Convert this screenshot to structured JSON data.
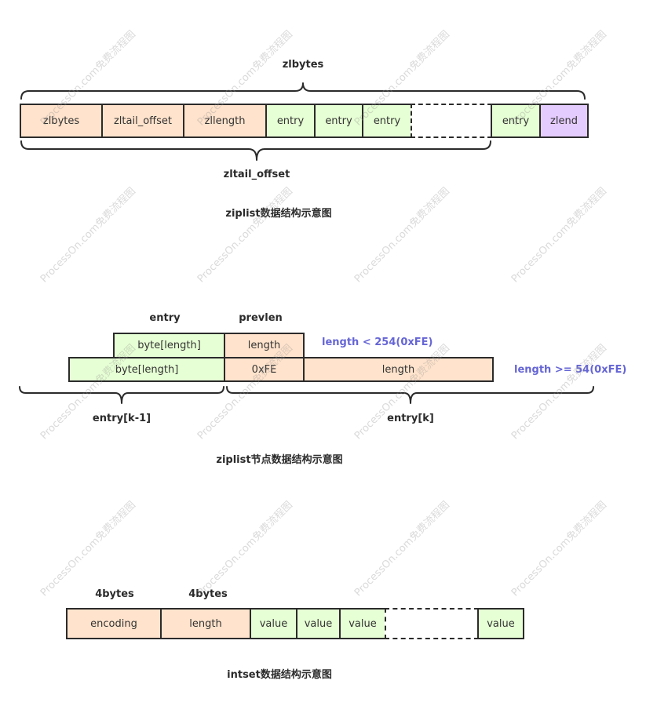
{
  "ziplist": {
    "top_label": "zlbytes",
    "bottom_label": "zltail_offset",
    "caption": "ziplist数据结构示意图",
    "cells": [
      "zlbytes",
      "zltail_offset",
      "zllength",
      "entry",
      "entry",
      "entry",
      "",
      "entry",
      "zlend"
    ]
  },
  "entry_diagram": {
    "label_entry": "entry",
    "label_prevlen": "prevlen",
    "row1": [
      "byte[length]",
      "length"
    ],
    "row1_note": "length < 254(0xFE)",
    "row2": [
      "byte[length]",
      "0xFE",
      "length"
    ],
    "row2_note": "length >= 54(0xFE)",
    "brace_left": "entry[k-1]",
    "brace_right": "entry[k]",
    "caption": "ziplist节点数据结构示意图"
  },
  "intset": {
    "label1": "4bytes",
    "label2": "4bytes",
    "cells": [
      "encoding",
      "length",
      "value",
      "value",
      "value",
      "",
      "value"
    ],
    "caption": "intset数据结构示意图"
  },
  "watermark": "ProcessOn.com免费流程图",
  "colors": {
    "header_fill": "#ffe3cc",
    "entry_fill": "#e6ffd4",
    "end_fill": "#e5ccff",
    "note_text": "#6565d6"
  }
}
